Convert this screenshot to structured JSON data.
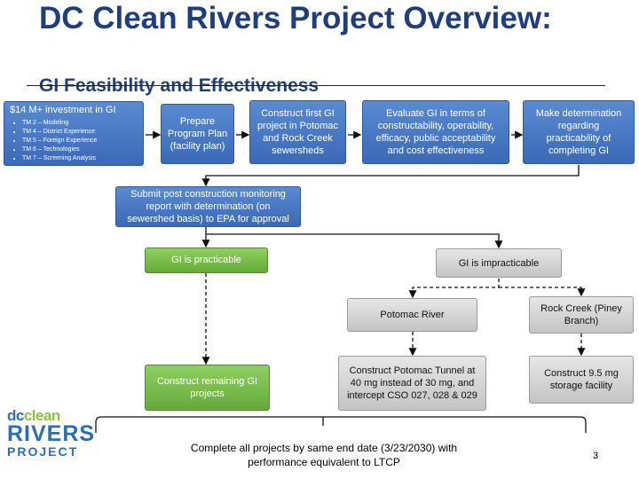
{
  "slide": {
    "title": "DC Clean Rivers Project Overview:",
    "subtitle": "GI Feasibility and Effectiveness",
    "page_number": "3"
  },
  "steps": {
    "investment": {
      "heading": "$14 M+ investment in GI",
      "items": [
        "TM 2 – Modeling",
        "TM 4 – District Experience",
        "TM 5 – Foreign Experience",
        "TM 6 – Technologies",
        "TM 7 – Screening Analysis"
      ]
    },
    "prepare_plan": "Prepare Program Plan (facility plan)",
    "construct_first": "Construct first GI project in Potomac and Rock Creek sewersheds",
    "evaluate": "Evaluate GI in terms of constructability, operability, efficacy, public acceptability and cost effectiveness",
    "make_determination": "Make determination regarding practicability of completing GI",
    "submit_report": "Submit post construction monitoring report with determination (on sewershed basis) to EPA for approval",
    "gi_practicable": "GI is practicable",
    "gi_impracticable": "GI is impracticable",
    "potomac_river": "Potomac River",
    "rock_creek": "Rock Creek (Piney Branch)",
    "construct_remaining": "Construct remaining GI projects",
    "construct_tunnel": "Construct Potomac Tunnel at 40 mg instead of 30 mg,  and intercept CSO 027, 028 & 029",
    "construct_storage": "Construct 9.5 mg storage facility"
  },
  "footer": {
    "complete_text": "Complete all projects by same end date (3/23/2030) with performance equivalent to LTCP"
  },
  "logo": {
    "dc": "dc",
    "clean": "clean",
    "rivers": "RIVERS",
    "project": "PROJECT"
  },
  "colors": {
    "title": "#1f3e7a",
    "blue_box": "#3a6ab8",
    "green_box": "#64aa3a",
    "gray_box": "#c4c4c4"
  }
}
